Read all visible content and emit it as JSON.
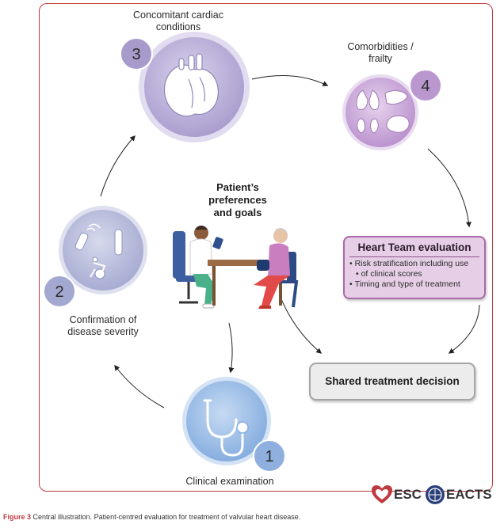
{
  "steps": [
    {
      "number": "1",
      "label": "Clinical examination"
    },
    {
      "number": "2",
      "label_line1": "Confirmation of",
      "label_line2": "disease severity"
    },
    {
      "number": "3",
      "label_line1": "Concomitant cardiac",
      "label_line2": "conditions"
    },
    {
      "number": "4",
      "label_line1": "Comorbidities /",
      "label_line2": "frailty"
    }
  ],
  "center": {
    "line1": "Patient’s",
    "line2": "preferences",
    "line3": "and goals"
  },
  "heart_team": {
    "title": "Heart Team evaluation",
    "bullets": [
      "Risk stratification including use",
      "of clinical scores",
      "Timing and type of treatment"
    ]
  },
  "shared_decision": "Shared treatment decision",
  "logos": {
    "esc": "ESC",
    "eacts": "EACTS"
  },
  "caption": {
    "figure": "Figure 3",
    "text": "Central illustration. Patient-centred evaluation for treatment of valvular heart disease."
  },
  "colors": {
    "frame": "#c0393f",
    "step1": "#8fb3e0",
    "step2": "#b2b8d8",
    "step3": "#b8acd6",
    "step4": "#c8a6d6",
    "heart_team_fill": "#e6cfe6",
    "shared_fill": "#ececec"
  },
  "icons": [
    "stethoscope-icon",
    "ultrasound-probe-icon",
    "test-tube-icon",
    "exercise-bike-icon",
    "heart-icon",
    "lungs-icon",
    "liver-icon",
    "kidneys-icon",
    "brain-icon"
  ]
}
